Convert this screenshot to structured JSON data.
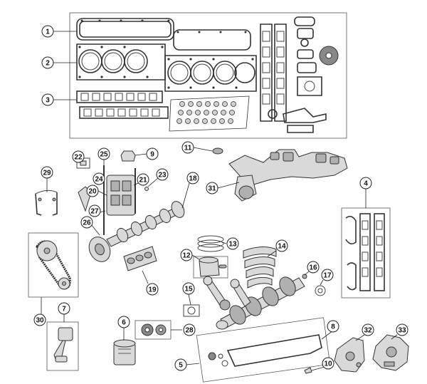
{
  "callouts": [
    {
      "id": "c1",
      "label": "1"
    },
    {
      "id": "c2",
      "label": "2"
    },
    {
      "id": "c3",
      "label": "3"
    },
    {
      "id": "c4",
      "label": "4"
    },
    {
      "id": "c5",
      "label": "5"
    },
    {
      "id": "c6",
      "label": "6"
    },
    {
      "id": "c7",
      "label": "7"
    },
    {
      "id": "c8",
      "label": "8"
    },
    {
      "id": "c9",
      "label": "9"
    },
    {
      "id": "c10",
      "label": "10"
    },
    {
      "id": "c11",
      "label": "11"
    },
    {
      "id": "c12",
      "label": "12"
    },
    {
      "id": "c13",
      "label": "13"
    },
    {
      "id": "c14",
      "label": "14"
    },
    {
      "id": "c15",
      "label": "15"
    },
    {
      "id": "c16",
      "label": "16"
    },
    {
      "id": "c17",
      "label": "17"
    },
    {
      "id": "c18",
      "label": "18"
    },
    {
      "id": "c19",
      "label": "19"
    },
    {
      "id": "c20",
      "label": "20"
    },
    {
      "id": "c21",
      "label": "21"
    },
    {
      "id": "c22",
      "label": "22"
    },
    {
      "id": "c23",
      "label": "23"
    },
    {
      "id": "c24",
      "label": "24"
    },
    {
      "id": "c25",
      "label": "25"
    },
    {
      "id": "c26",
      "label": "26"
    },
    {
      "id": "c27",
      "label": "27"
    },
    {
      "id": "c28",
      "label": "28"
    },
    {
      "id": "c29",
      "label": "29"
    },
    {
      "id": "c30",
      "label": "30"
    },
    {
      "id": "c31",
      "label": "31"
    },
    {
      "id": "c32",
      "label": "32"
    },
    {
      "id": "c33",
      "label": "33"
    }
  ],
  "colors": {
    "line": "#222222",
    "part": "#d9d9d9",
    "part_dark": "#b0b0b0",
    "background": "#ffffff"
  }
}
